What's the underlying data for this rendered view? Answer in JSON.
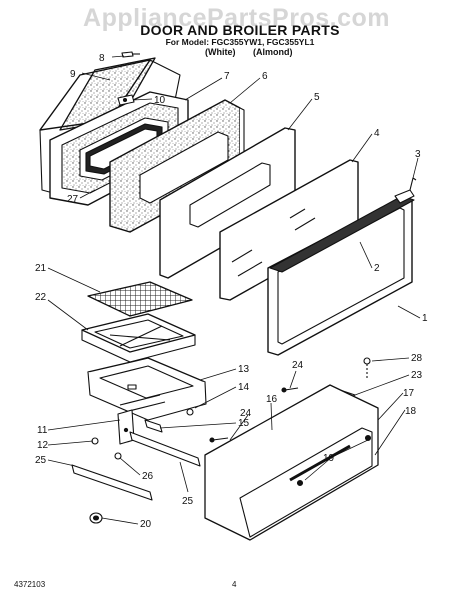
{
  "watermark": "AppliancePartsPros.com",
  "title": "DOOR AND BROILER PARTS",
  "model_line": "For Model: FGC355YW1, FGC355YL1",
  "variants": [
    "(White)",
    "(Almond)"
  ],
  "footer": {
    "doc_number": "4372103",
    "page_number": "4"
  },
  "part_numbers": [
    "1",
    "2",
    "3",
    "4",
    "5",
    "6",
    "7",
    "8",
    "9",
    "10",
    "11",
    "12",
    "13",
    "14",
    "15",
    "16",
    "17",
    "18",
    "19",
    "20",
    "21",
    "22",
    "23",
    "24",
    "25",
    "26",
    "27",
    "28"
  ],
  "callouts": [
    {
      "number": "8"
    },
    {
      "number": "9"
    },
    {
      "number": "7"
    },
    {
      "number": "6"
    },
    {
      "number": "10"
    },
    {
      "number": "5"
    },
    {
      "number": "4"
    },
    {
      "number": "3"
    },
    {
      "number": "27"
    },
    {
      "number": "2"
    },
    {
      "number": "21"
    },
    {
      "number": "1"
    },
    {
      "number": "22"
    },
    {
      "number": "13"
    },
    {
      "number": "14"
    },
    {
      "number": "24"
    },
    {
      "number": "28"
    },
    {
      "number": "23"
    },
    {
      "number": "16"
    },
    {
      "number": "15"
    },
    {
      "number": "17"
    },
    {
      "number": "11"
    },
    {
      "number": "24"
    },
    {
      "number": "18"
    },
    {
      "number": "12"
    },
    {
      "number": "19"
    },
    {
      "number": "25"
    },
    {
      "number": "26"
    },
    {
      "number": "25"
    },
    {
      "number": "20"
    }
  ]
}
